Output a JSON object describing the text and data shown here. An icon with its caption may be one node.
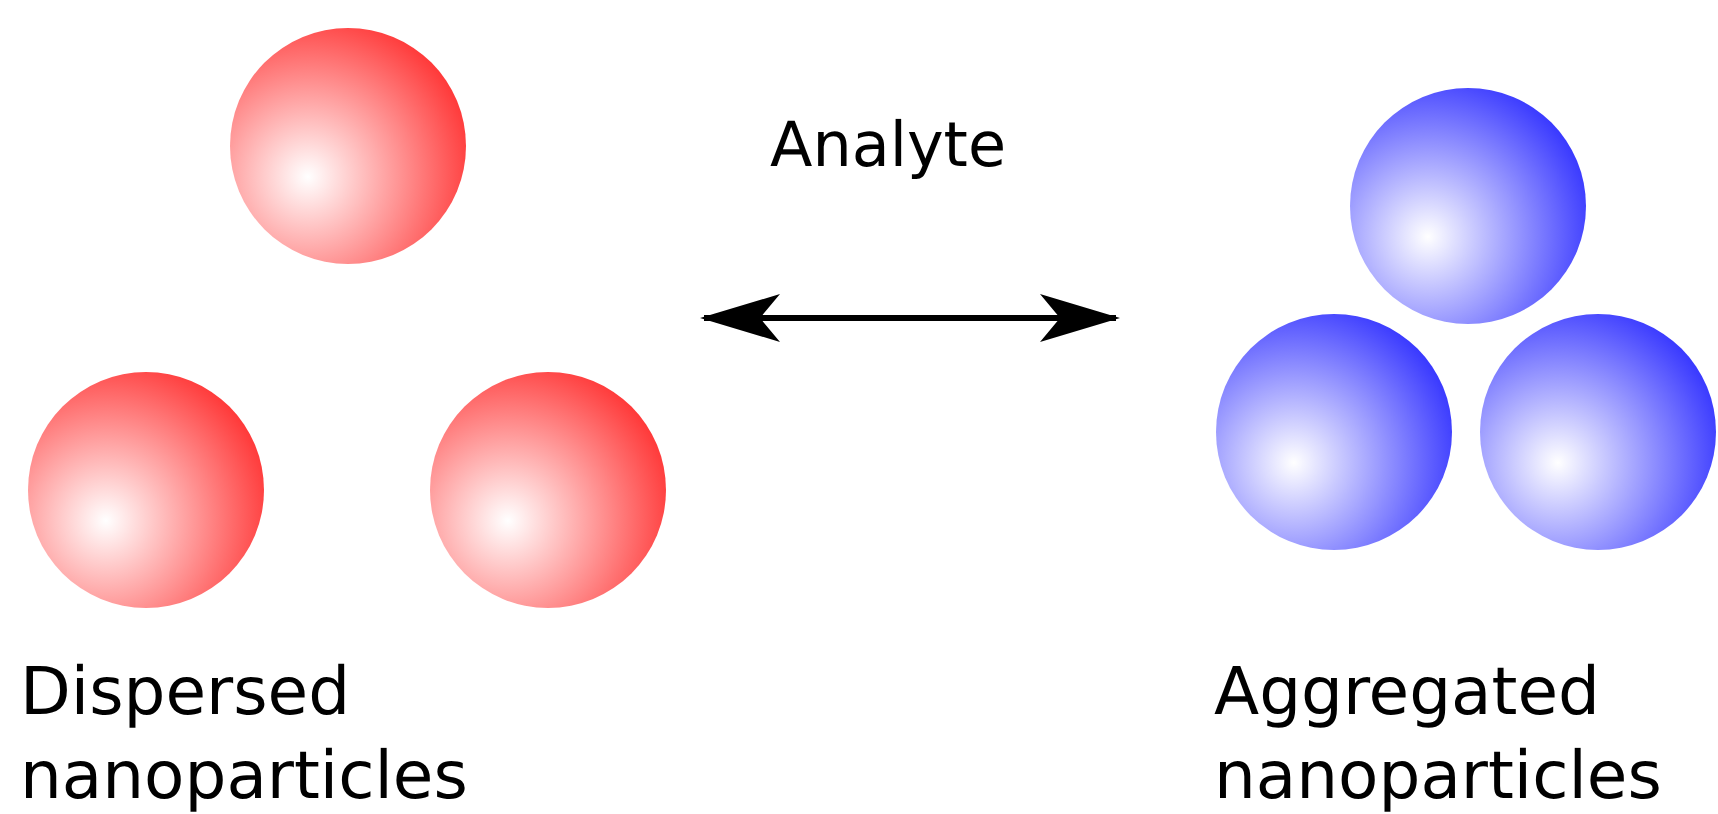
{
  "diagram": {
    "nodes": [
      {
        "text": [
          "Dispersed nanoparticles"
        ]
      },
      {
        "text": [],
        "shape": "circle",
        "in": 0
      },
      {
        "text": [],
        "shape": "circle",
        "in": 0
      },
      {
        "text": [],
        "shape": "circle",
        "in": 0
      },
      {
        "text": [
          "Aggregated nanoparticles"
        ]
      },
      {
        "text": [],
        "shape": "circle",
        "in": 4
      },
      {
        "text": [],
        "shape": "circle",
        "in": 4
      },
      {
        "text": [],
        "shape": "circle",
        "in": 4
      }
    ],
    "edges": [
      {
        "from": 0,
        "to": 4,
        "arrow": "both",
        "label": "Analyte"
      }
    ]
  }
}
